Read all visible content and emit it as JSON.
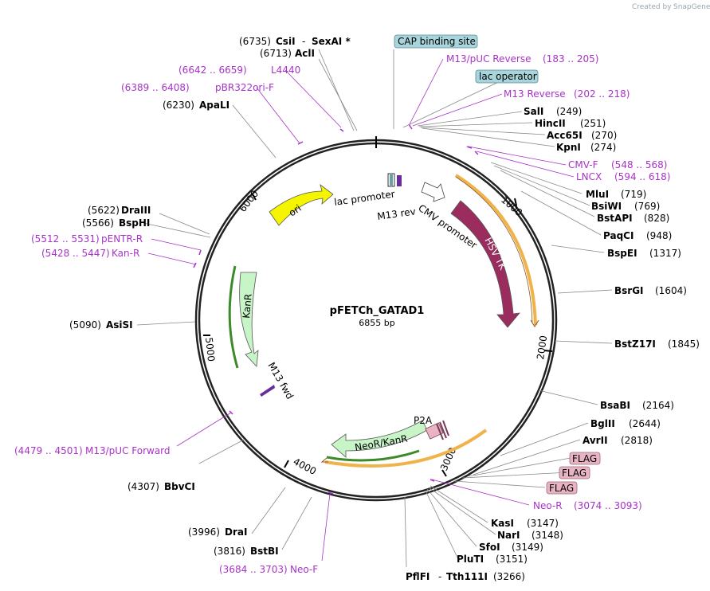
{
  "watermark": {
    "created_by": "Created by",
    "brand": "SnapGene"
  },
  "plasmid": {
    "name": "pFETCh_GATAD1",
    "size": "6855 bp"
  },
  "scale_ticks": [
    "1000",
    "2000",
    "3000",
    "4000",
    "5000",
    "6000"
  ],
  "features": {
    "ori": "ori",
    "hsv_tk": "HSV TK",
    "kanr": "KanR",
    "neor": "NeoR/KanR",
    "p2a": "P2A",
    "lac_promoter": "lac promoter",
    "m13_rev": "M13 rev",
    "cmv_promoter": "CMV promoter",
    "m13_fwd": "M13 fwd"
  },
  "boxed_labels": {
    "cap": "CAP binding site",
    "lac_operator": "lac operator",
    "flag1": "FLAG",
    "flag2": "FLAG",
    "flag3": "FLAG"
  },
  "sites": {
    "csii": {
      "pos": "(6735)",
      "name": "CsiI",
      "dash": "-",
      "name2": "SexAI *"
    },
    "acli": {
      "pos": "(6713)",
      "name": "AclI"
    },
    "apali": {
      "pos": "(6230)",
      "name": "ApaLI"
    },
    "draiii": {
      "pos": "(5622)",
      "name": "DraIII"
    },
    "bsphi": {
      "pos": "(5566)",
      "name": "BspHI"
    },
    "asisi": {
      "pos": "(5090)",
      "name": "AsiSI"
    },
    "bbvci": {
      "pos": "(4307)",
      "name": "BbvCI"
    },
    "drai": {
      "pos": "(3996)",
      "name": "DraI"
    },
    "bstbi": {
      "pos": "(3816)",
      "name": "BstBI"
    },
    "sali": {
      "name": "SalI",
      "pos": "(249)"
    },
    "hincii": {
      "name": "HincII",
      "pos": "(251)"
    },
    "acc65i": {
      "name": "Acc65I",
      "pos": "(270)"
    },
    "kpni": {
      "name": "KpnI",
      "pos": "(274)"
    },
    "mlui": {
      "name": "MluI",
      "pos": "(719)"
    },
    "bsiwi": {
      "name": "BsiWI",
      "pos": "(769)"
    },
    "bstapi": {
      "name": "BstAPI",
      "pos": "(828)"
    },
    "paqci": {
      "name": "PaqCI",
      "pos": "(948)"
    },
    "bspei": {
      "name": "BspEI",
      "pos": "(1317)"
    },
    "bsrgi": {
      "name": "BsrGI",
      "pos": "(1604)"
    },
    "bstz17i": {
      "name": "BstZ17I",
      "pos": "(1845)"
    },
    "bsabi": {
      "name": "BsaBI",
      "pos": "(2164)"
    },
    "bglii": {
      "name": "BglII",
      "pos": "(2644)"
    },
    "avrii": {
      "name": "AvrII",
      "pos": "(2818)"
    },
    "kasi": {
      "name": "KasI",
      "pos": "(3147)"
    },
    "nari": {
      "name": "NarI",
      "pos": "(3148)"
    },
    "sfoi": {
      "name": "SfoI",
      "pos": "(3149)"
    },
    "pluti": {
      "name": "PluTI",
      "pos": "(3151)"
    },
    "pflfi": {
      "name": "PflFI",
      "dash": "-",
      "name2": "Tth111I",
      "pos": "(3266)"
    }
  },
  "primers": {
    "l4440": {
      "range": "(6642 .. 6659)",
      "name": "L4440"
    },
    "pbr322": {
      "range": "(6389 .. 6408)",
      "name": "pBR322ori-F"
    },
    "pentr": {
      "range": "(5512 .. 5531)",
      "name": "pENTR-R"
    },
    "kanr": {
      "range": "(5428 .. 5447)",
      "name": "Kan-R"
    },
    "m13puc_fwd": {
      "range": "(4479 .. 4501)",
      "name": "M13/pUC Forward"
    },
    "neof": {
      "range": "(3684 .. 3703)",
      "name": "Neo-F"
    },
    "m13puc_rev": {
      "name": "M13/pUC Reverse",
      "range": "(183 .. 205)"
    },
    "m13_reverse": {
      "name": "M13 Reverse",
      "range": "(202 .. 218)"
    },
    "cmvf": {
      "name": "CMV-F",
      "range": "(548 .. 568)"
    },
    "lncx": {
      "name": "LNCX",
      "range": "(594 .. 618)"
    },
    "neor": {
      "name": "Neo-R",
      "range": "(3074 .. 3093)"
    }
  },
  "colors": {
    "ori": "#f5f500",
    "hsv_tk": "#9b2d5e",
    "kanr": "#c8f5c8",
    "neor": "#c8f5c8",
    "orange_arc": "#f0b24a",
    "primer": "#a832c8",
    "cap_box": "#a8d4dc",
    "flag_box": "#e8b4c4"
  }
}
